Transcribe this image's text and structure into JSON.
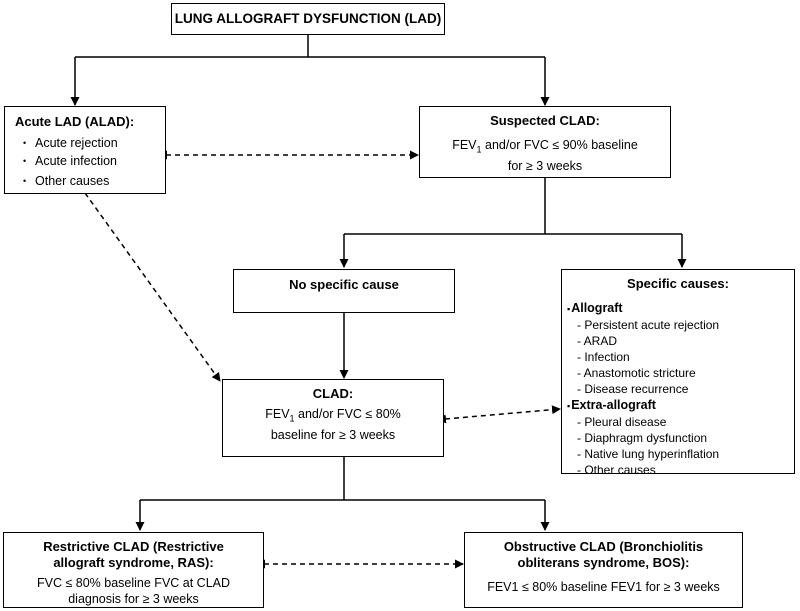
{
  "top": {
    "title": "LUNG ALLOGRAFT DYSFUNCTION (LAD)"
  },
  "alad": {
    "title": "Acute LAD (ALAD):",
    "items": [
      "Acute rejection",
      "Acute infection",
      "Other causes"
    ]
  },
  "suspected": {
    "title": "Suspected CLAD:",
    "line1_pre": "FEV",
    "line1_sub": "1",
    "line1_post": " and/or FVC ≤ 90% baseline",
    "line2": "for ≥ 3 weeks"
  },
  "no_specific": {
    "title": "No specific cause"
  },
  "specific": {
    "title": "Specific causes:",
    "group1_title": "Allograft",
    "group1_items": [
      "Persistent acute rejection",
      "ARAD",
      "Infection",
      "Anastomotic stricture",
      "Disease recurrence"
    ],
    "group2_title": "Extra-allograft",
    "group2_items": [
      "Pleural disease",
      "Diaphragm dysfunction",
      "Native lung hyperinflation",
      "Other causes"
    ]
  },
  "clad": {
    "title": "CLAD:",
    "line1_pre": "FEV",
    "line1_sub": "1",
    "line1_post": " and/or FVC ≤ 80%",
    "line2": "baseline for ≥ 3 weeks"
  },
  "ras": {
    "title_line1": "Restrictive CLAD (Restrictive",
    "title_line2": "allograft syndrome, RAS):",
    "line1": "FVC ≤ 80% baseline FVC at CLAD",
    "line2": "diagnosis for ≥ 3 weeks"
  },
  "bos": {
    "title_line1": "Obstructive CLAD (Bronchiolitis",
    "title_line2": "obliterans syndrome, BOS):",
    "line1": "FEV1 ≤ 80% baseline FEV1 for ≥ 3 weeks"
  }
}
